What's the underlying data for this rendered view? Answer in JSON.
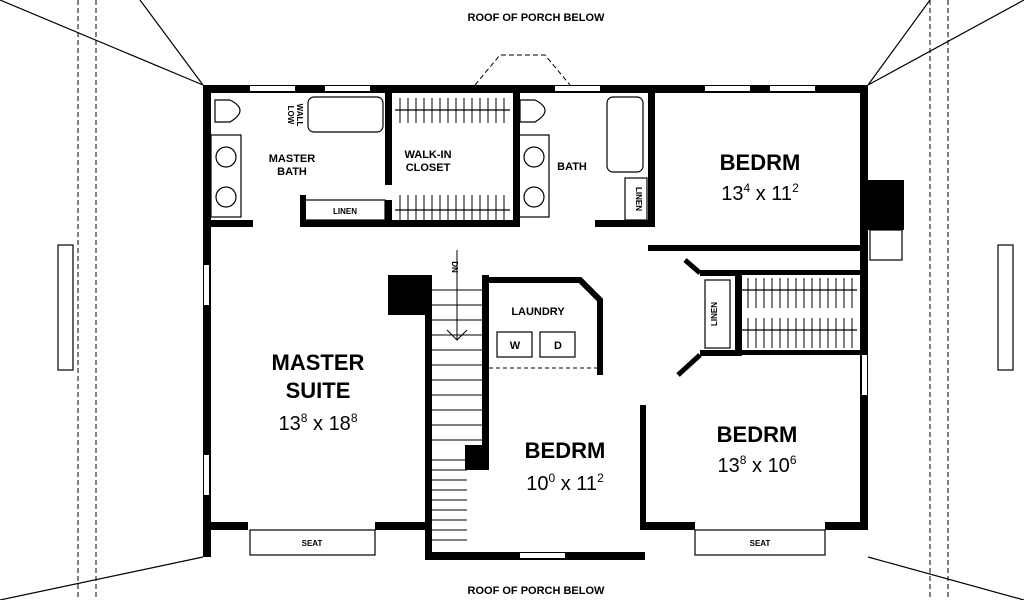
{
  "labels": {
    "roof_top": "ROOF OF PORCH BELOW",
    "roof_bottom": "ROOF OF PORCH BELOW",
    "master_bath": [
      "MASTER",
      "BATH"
    ],
    "low_wall": [
      "LOW",
      "WALL"
    ],
    "walk_in_closet": [
      "WALK-IN",
      "CLOSET"
    ],
    "bath": "BATH",
    "linen": "LINEN",
    "laundry": "LAUNDRY",
    "washer": "W",
    "dryer": "D",
    "stair_dn": "DN",
    "seat": "SEAT"
  },
  "rooms": [
    {
      "name": "BEDRM",
      "dim_a": "13",
      "sup_a": "4",
      "dim_b": "11",
      "sup_b": "2"
    },
    {
      "name": "MASTER SUITE",
      "line1": "MASTER",
      "line2": "SUITE",
      "dim_a": "13",
      "sup_a": "8",
      "dim_b": "18",
      "sup_b": "8"
    },
    {
      "name": "BEDRM",
      "dim_a": "10",
      "sup_a": "0",
      "dim_b": "11",
      "sup_b": "2"
    },
    {
      "name": "BEDRM",
      "dim_a": "13",
      "sup_a": "8",
      "dim_b": "10",
      "sup_b": "6"
    }
  ],
  "dim_separator": "x"
}
